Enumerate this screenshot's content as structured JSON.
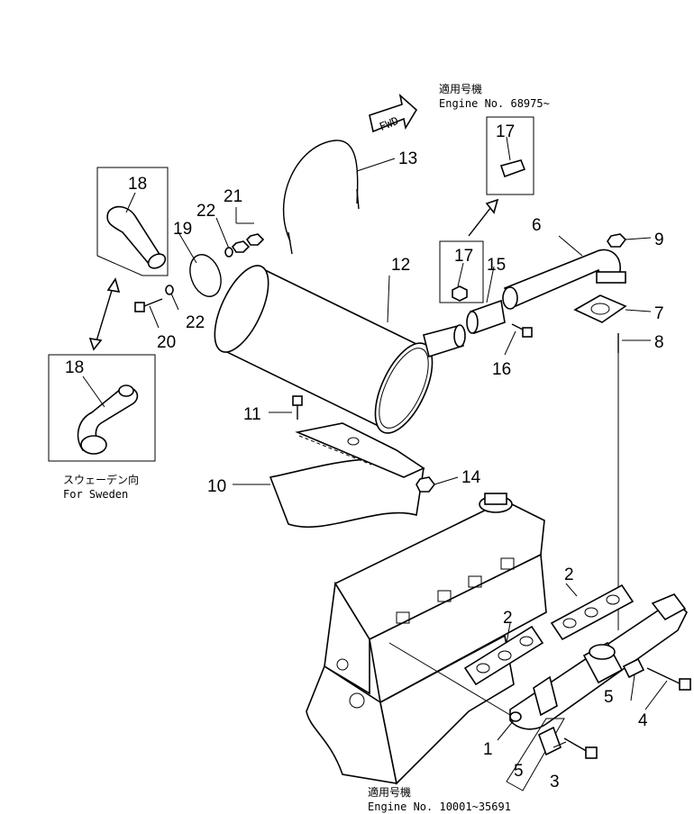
{
  "notes": {
    "top_jp": "適用号機",
    "top_en": "Engine  No. 68975~",
    "bottom_jp": "適用号機",
    "bottom_en": "Engine  No. 10001~35691",
    "sweden_jp": "スウェーデン向",
    "sweden_en": "For  Sweden"
  },
  "fwd": "FWD",
  "callouts": {
    "c1": "1",
    "c2a": "2",
    "c2b": "2",
    "c3": "3",
    "c4": "4",
    "c5a": "5",
    "c5b": "5",
    "c6": "6",
    "c7": "7",
    "c8": "8",
    "c9": "9",
    "c10": "10",
    "c11": "11",
    "c12": "12",
    "c13": "13",
    "c14": "14",
    "c15": "15",
    "c16": "16",
    "c17a": "17",
    "c17b": "17",
    "c18a": "18",
    "c18b": "18",
    "c19": "19",
    "c20": "20",
    "c21": "21",
    "c22a": "22",
    "c22b": "22"
  }
}
